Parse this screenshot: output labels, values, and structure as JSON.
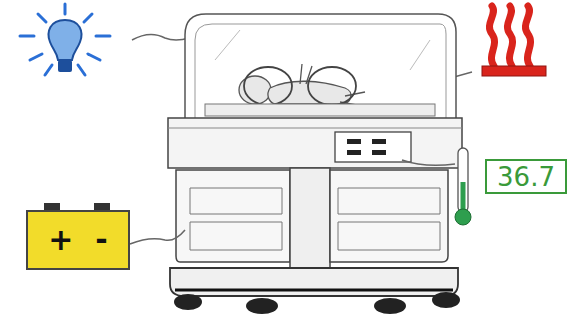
{
  "diagram": {
    "nodes": [
      {
        "text": [
          "36.7"
        ]
      },
      {
        "text": [
          "+",
          "-"
        ]
      }
    ]
  }
}
